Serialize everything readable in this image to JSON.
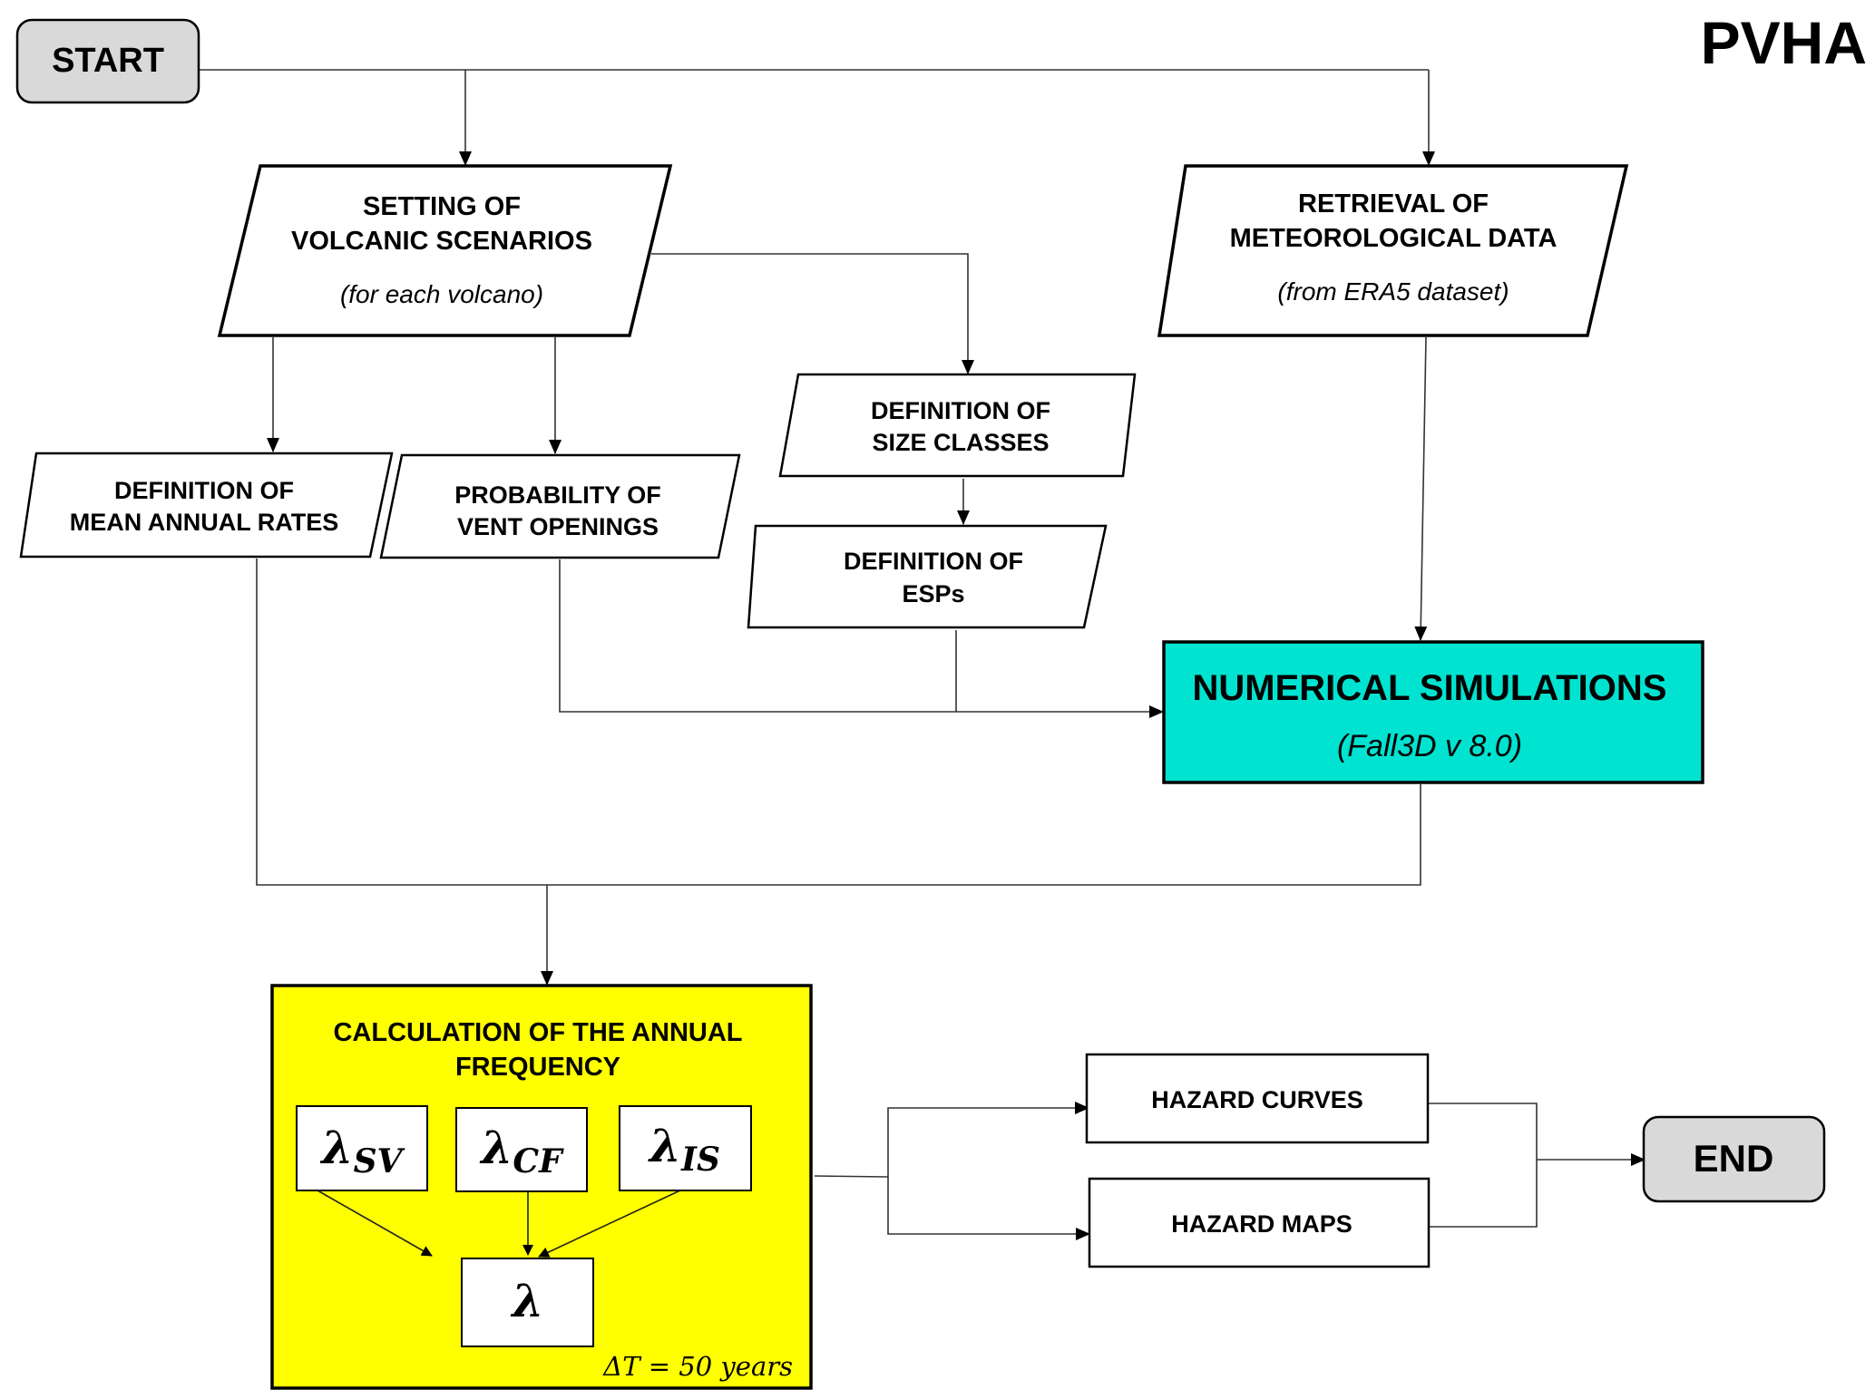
{
  "title": "PVHA",
  "colors": {
    "terminal_fill": "#d9d9d9",
    "simulation_fill": "#00e3d1",
    "calculation_fill": "#ffff00",
    "box_fill": "#ffffff",
    "stroke": "#000000"
  },
  "nodes": {
    "start": {
      "label": "START"
    },
    "end": {
      "label": "END"
    },
    "setting": {
      "line1": "SETTING OF",
      "line2": "VOLCANIC SCENARIOS",
      "note": "(for each volcano)"
    },
    "retrieval": {
      "line1": "RETRIEVAL OF",
      "line2": "METEOROLOGICAL DATA",
      "note": "(from ERA5 dataset)"
    },
    "mean_rates": {
      "line1": "DEFINITION OF",
      "line2": "MEAN ANNUAL RATES"
    },
    "vent": {
      "line1": "PROBABILITY OF",
      "line2": "VENT OPENINGS"
    },
    "size_classes": {
      "line1": "DEFINITION OF",
      "line2": "SIZE CLASSES"
    },
    "esps": {
      "line1": "DEFINITION OF",
      "line2": "ESPs"
    },
    "simulations": {
      "line1": "NUMERICAL SIMULATIONS",
      "note": "(Fall3D v 8.0)"
    },
    "calculation": {
      "line1": "CALCULATION OF THE ANNUAL",
      "line2": "FREQUENCY",
      "lambda_sv": {
        "symbol": "λ",
        "sub": "SV"
      },
      "lambda_cf": {
        "symbol": "λ",
        "sub": "CF"
      },
      "lambda_is": {
        "symbol": "λ",
        "sub": "IS"
      },
      "lambda": {
        "symbol": "λ"
      },
      "delta_t": "ΔT = 50 years"
    },
    "hazard_curves": {
      "label": "HAZARD CURVES"
    },
    "hazard_maps": {
      "label": "HAZARD MAPS"
    }
  }
}
